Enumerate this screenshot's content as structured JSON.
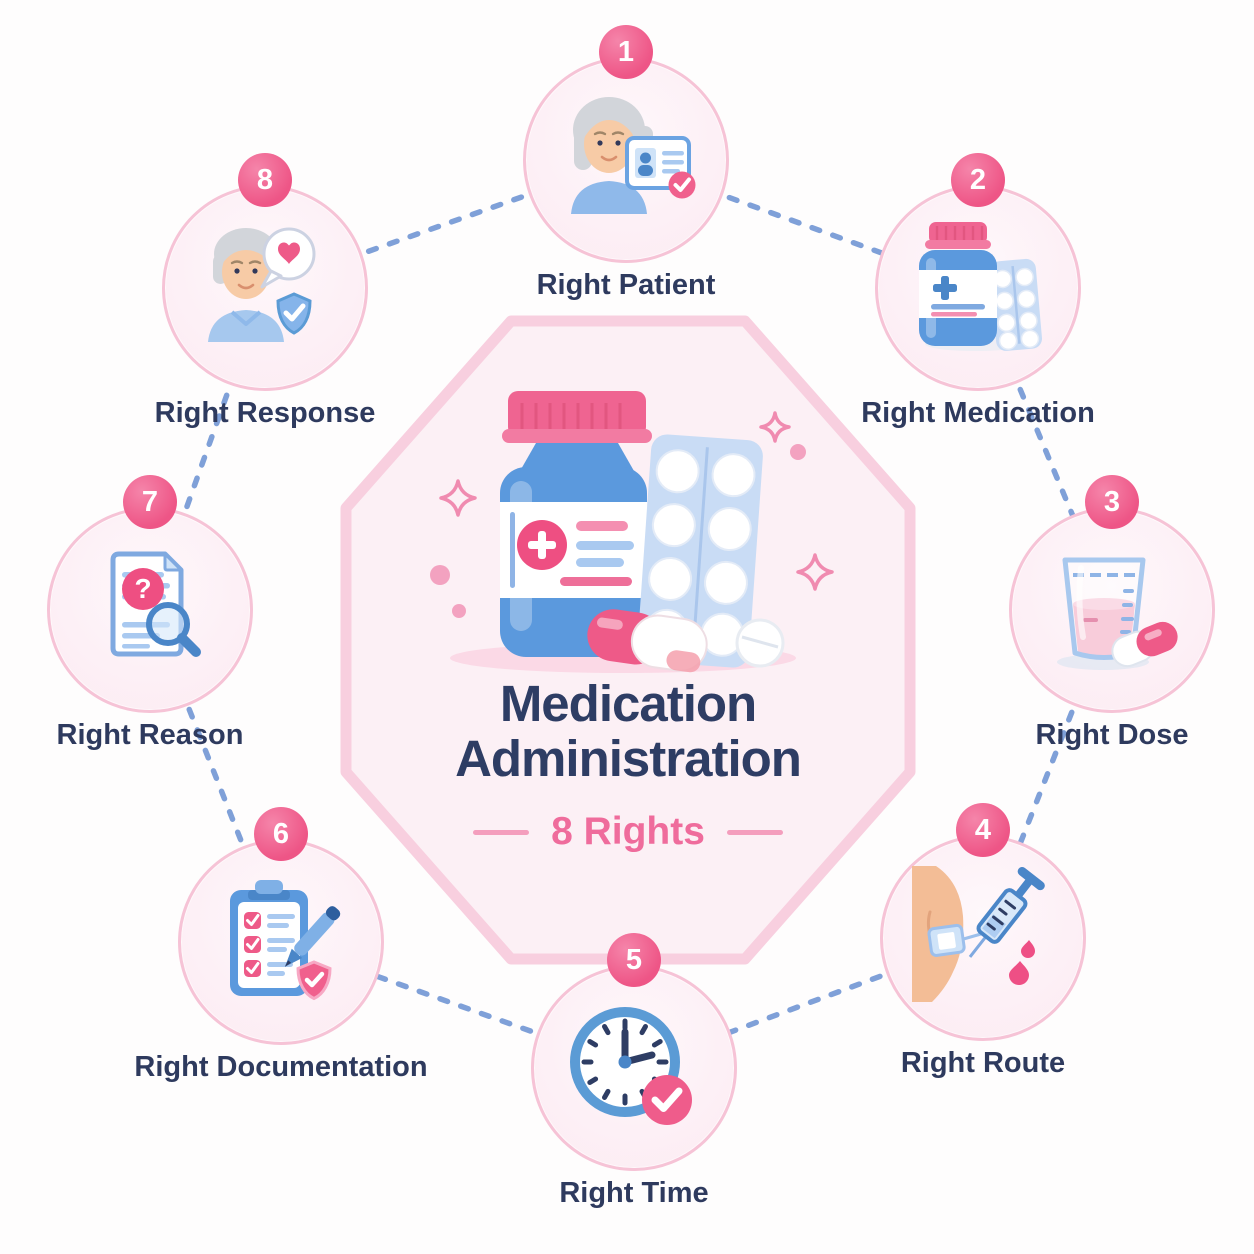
{
  "center": {
    "title_line1": "Medication",
    "title_line2": "Administration",
    "subtitle": "8 Rights",
    "illustration": "pill-bottle-blister-capsule-illustration"
  },
  "nodes": [
    {
      "number": "1",
      "label": "Right Patient",
      "icon": "patient-id-card-icon"
    },
    {
      "number": "2",
      "label": "Right Medication",
      "icon": "pill-bottle-blister-icon"
    },
    {
      "number": "3",
      "label": "Right Dose",
      "icon": "measuring-cup-capsule-icon"
    },
    {
      "number": "4",
      "label": "Right Route",
      "icon": "arm-syringe-icon"
    },
    {
      "number": "5",
      "label": "Right Time",
      "icon": "clock-check-icon"
    },
    {
      "number": "6",
      "label": "Right Documentation",
      "icon": "clipboard-checklist-icon"
    },
    {
      "number": "7",
      "label": "Right Reason",
      "icon": "document-question-magnifier-icon"
    },
    {
      "number": "8",
      "label": "Right Response",
      "icon": "patient-heart-shield-icon"
    }
  ],
  "colors": {
    "accent_pink": "#ee5a88",
    "accent_blue": "#5b9bd5",
    "navy_text": "#2e3a5e",
    "connector_blue": "#7fa0d8",
    "octagon_fill": "#fcf0f5",
    "octagon_stroke": "#f8cfdf",
    "circle_border": "#f6c3d6"
  }
}
